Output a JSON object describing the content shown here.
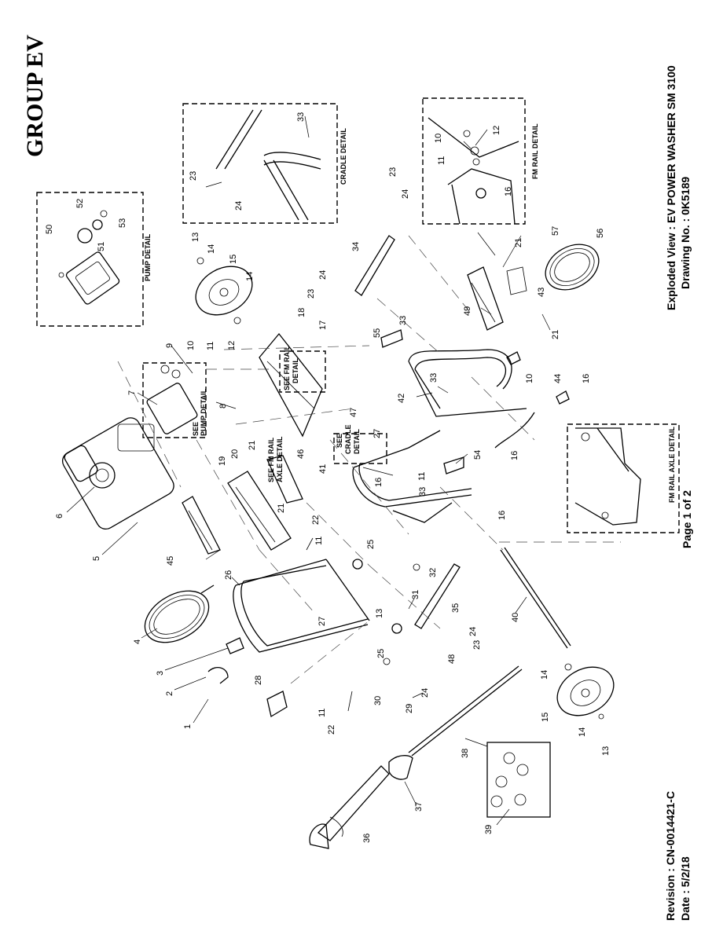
{
  "page": {
    "group_title": "GROUP EV",
    "title_line1": "Exploded View : EV POWER WASHER SM 3100",
    "title_line2": "Drawing No. : 0K5189",
    "page_indicator": "Page 1 of 2",
    "revision": "Revision : CN-0014421-C",
    "date": "Date : 5/2/18"
  },
  "details": {
    "pump_detail": "PUMP DETAIL",
    "cradle_detail": "CRADLE DETAIL",
    "fm_rail_detail": "FM RAIL DETAIL",
    "fm_rail_axle_detail": "FM RAIL AXLE DETAIL",
    "see_pump_detail_1": "SEE",
    "see_pump_detail_2": "PUMP DETAIL",
    "see_fm_rail_detail_1": "SEE FM RAIL",
    "see_fm_rail_detail_2": "DETAIL",
    "see_fm_rail_axle_1": "SEE FM RAIL",
    "see_fm_rail_axle_2": "AXLE DETAIL",
    "see_cradle_1": "SEE",
    "see_cradle_2": "CRADLE",
    "see_cradle_3": "DETAIL"
  },
  "callouts": [
    {
      "n": "1"
    },
    {
      "n": "2"
    },
    {
      "n": "3"
    },
    {
      "n": "4"
    },
    {
      "n": "5"
    },
    {
      "n": "6"
    },
    {
      "n": "7"
    },
    {
      "n": "8"
    },
    {
      "n": "9"
    },
    {
      "n": "10"
    },
    {
      "n": "11"
    },
    {
      "n": "12"
    },
    {
      "n": "13"
    },
    {
      "n": "14"
    },
    {
      "n": "15"
    },
    {
      "n": "14"
    },
    {
      "n": "33"
    },
    {
      "n": "23"
    },
    {
      "n": "24"
    },
    {
      "n": "50"
    },
    {
      "n": "52"
    },
    {
      "n": "53"
    },
    {
      "n": "51"
    },
    {
      "n": "10"
    },
    {
      "n": "12"
    },
    {
      "n": "11"
    },
    {
      "n": "16"
    },
    {
      "n": "23"
    },
    {
      "n": "24"
    },
    {
      "n": "34"
    },
    {
      "n": "24"
    },
    {
      "n": "23"
    },
    {
      "n": "18"
    },
    {
      "n": "17"
    },
    {
      "n": "33"
    },
    {
      "n": "55"
    },
    {
      "n": "49"
    },
    {
      "n": "57"
    },
    {
      "n": "56"
    },
    {
      "n": "21"
    },
    {
      "n": "43"
    },
    {
      "n": "21"
    },
    {
      "n": "33"
    },
    {
      "n": "42"
    },
    {
      "n": "10"
    },
    {
      "n": "44"
    },
    {
      "n": "16"
    },
    {
      "n": "47"
    },
    {
      "n": "27"
    },
    {
      "n": "41"
    },
    {
      "n": "16"
    },
    {
      "n": "11"
    },
    {
      "n": "33"
    },
    {
      "n": "54"
    },
    {
      "n": "16"
    },
    {
      "n": "16"
    },
    {
      "n": "19"
    },
    {
      "n": "20"
    },
    {
      "n": "21"
    },
    {
      "n": "46"
    },
    {
      "n": "21"
    },
    {
      "n": "22"
    },
    {
      "n": "11"
    },
    {
      "n": "45"
    },
    {
      "n": "25"
    },
    {
      "n": "26"
    },
    {
      "n": "32"
    },
    {
      "n": "31"
    },
    {
      "n": "35"
    },
    {
      "n": "40"
    },
    {
      "n": "27"
    },
    {
      "n": "13"
    },
    {
      "n": "25"
    },
    {
      "n": "24"
    },
    {
      "n": "23"
    },
    {
      "n": "48"
    },
    {
      "n": "28"
    },
    {
      "n": "30"
    },
    {
      "n": "24"
    },
    {
      "n": "29"
    },
    {
      "n": "11"
    },
    {
      "n": "22"
    },
    {
      "n": "38"
    },
    {
      "n": "14"
    },
    {
      "n": "15"
    },
    {
      "n": "14"
    },
    {
      "n": "13"
    },
    {
      "n": "37"
    },
    {
      "n": "36"
    },
    {
      "n": "39"
    }
  ]
}
